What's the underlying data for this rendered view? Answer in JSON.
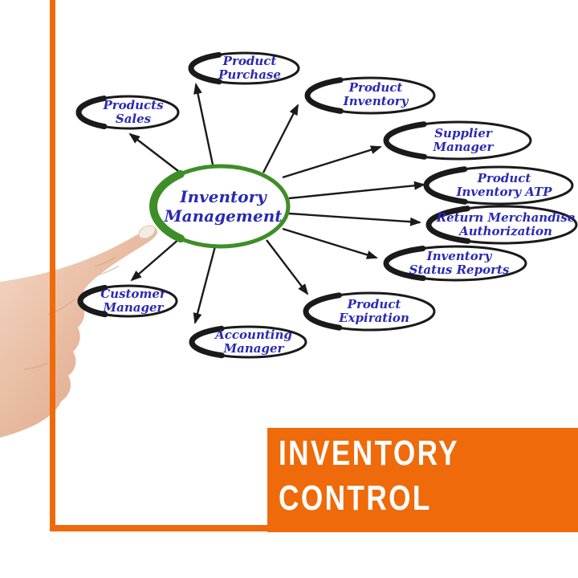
{
  "title": "Inventory management diagram",
  "colors": {
    "accent_orange": "#ee6a0a",
    "label_blue": "#2a2ab2",
    "ring_green": "#3e8e28",
    "sketch_black": "#1a1a1a"
  },
  "banner": {
    "line1": "INVENTORY",
    "line2": "CONTROL"
  },
  "center_node": {
    "line1": "Inventory",
    "line2": "Management"
  },
  "nodes": [
    {
      "id": "products-sales",
      "line1": "Products",
      "line2": "Sales"
    },
    {
      "id": "product-purchase",
      "line1": "Product",
      "line2": "Purchase"
    },
    {
      "id": "product-inventory",
      "line1": "Product",
      "line2": "Inventory"
    },
    {
      "id": "supplier-manager",
      "line1": "Supplier",
      "line2": "Manager"
    },
    {
      "id": "product-inventory-atp",
      "line1": "Product",
      "line2": "Inventory ATP"
    },
    {
      "id": "return-merchandise-authorization",
      "line1": "Return Merchandise",
      "line2": "Authorization"
    },
    {
      "id": "inventory-status-reports",
      "line1": "Inventory",
      "line2": "Status Reports"
    },
    {
      "id": "product-expiration",
      "line1": "Product",
      "line2": "Expiration"
    },
    {
      "id": "accounting-manager",
      "line1": "Accounting",
      "line2": "Manager"
    },
    {
      "id": "customer-manager",
      "line1": "Customer",
      "line2": "Manager"
    }
  ]
}
